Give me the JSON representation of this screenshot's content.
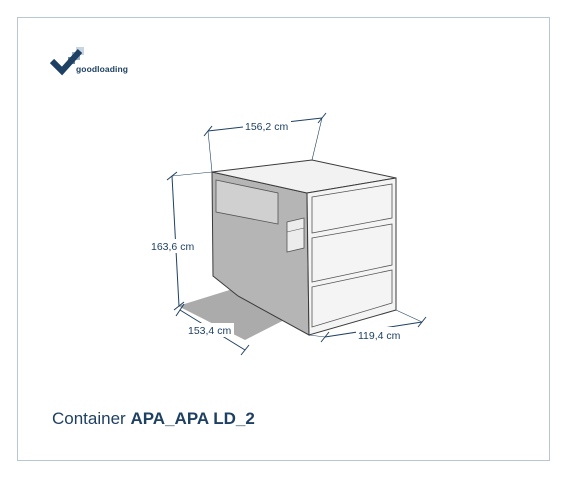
{
  "brand": {
    "name": "goodloading"
  },
  "dimensions": {
    "width": "156,2 cm",
    "height": "163,6 cm",
    "depth": "153,4 cm",
    "length": "119,4 cm"
  },
  "caption": {
    "prefix": "Container",
    "name": "APA_APA LD_2"
  }
}
